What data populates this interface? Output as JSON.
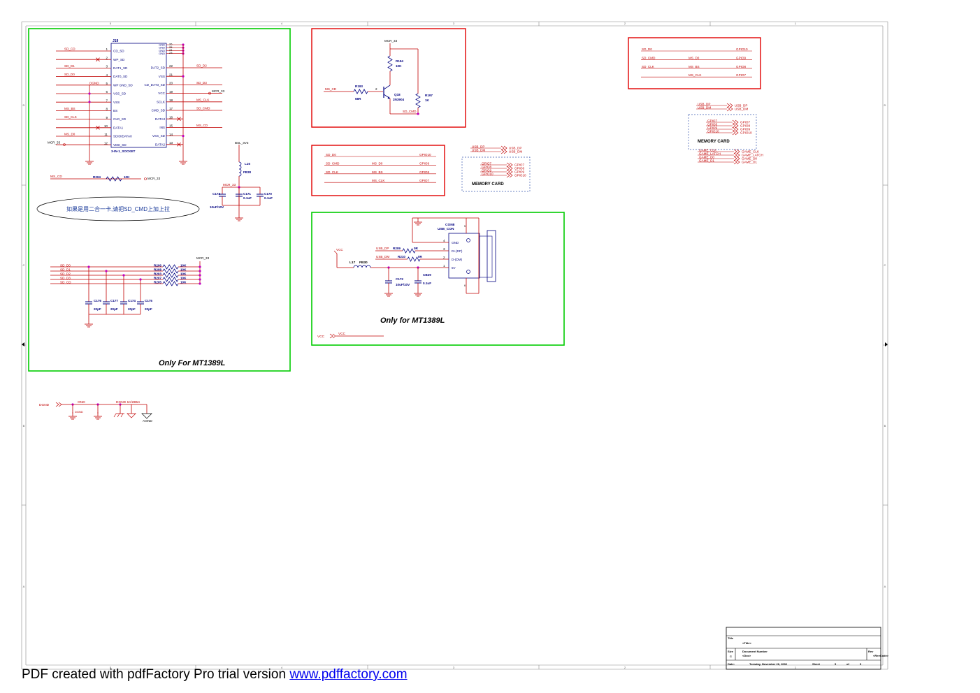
{
  "colors": {
    "wire": "#c00000",
    "part": "#000080",
    "pin": "#8b0000",
    "net": "#c00000",
    "green_box": "#00cc00",
    "red_box": "#e00000",
    "junction": "#c000c0",
    "label_blue": "#1a3a9a",
    "dashed": "#3a5ab0"
  },
  "border": {
    "top_nums": [
      "5",
      "4",
      "3",
      "2",
      "1"
    ],
    "side_letters": [
      "D",
      "C",
      "B",
      "A"
    ]
  },
  "socket": {
    "ref": "J19",
    "part": "3-IN-1_SOCKET",
    "left_pins": [
      {
        "num": "1",
        "name": "CD_SD",
        "net": "SD_CD"
      },
      {
        "num": "2",
        "name": "WP_SD",
        "net": ""
      },
      {
        "num": "3",
        "name": "DAT1_SD",
        "net": "SD_D1"
      },
      {
        "num": "4",
        "name": "DAT0_SD",
        "net": "SD_D0"
      },
      {
        "num": "5",
        "name": "WP GND_SD",
        "net": "DGND"
      },
      {
        "num": "6",
        "name": "VSS_SD",
        "net": ""
      },
      {
        "num": "7",
        "name": "VSS",
        "net": ""
      },
      {
        "num": "8",
        "name": "BS",
        "net": "MS_BS"
      },
      {
        "num": "9",
        "name": "CLD_SD",
        "net": "SD_CLK"
      },
      {
        "num": "10",
        "name": "DATA1",
        "net": ""
      },
      {
        "num": "11",
        "name": "SDIO/DATA0",
        "net": "MS_D0"
      },
      {
        "num": "12",
        "name": "VDD_SD",
        "net": "MCR_33"
      }
    ],
    "right_top_pins": [
      {
        "num": "26",
        "name": "GND"
      },
      {
        "num": "25",
        "name": "GND"
      },
      {
        "num": "24",
        "name": "GND"
      },
      {
        "num": "23",
        "name": "GND"
      }
    ],
    "right_pins": [
      {
        "num": "22",
        "name": "DAT2_SD",
        "net": "SD_D2"
      },
      {
        "num": "21",
        "name": "VSS",
        "net": ""
      },
      {
        "num": "20",
        "name": "CD_DAT3_SD",
        "net": "SD_D3"
      },
      {
        "num": "19",
        "name": "VCC",
        "net": "MCR_33"
      },
      {
        "num": "18",
        "name": "SCLK",
        "net": "MS_CLK"
      },
      {
        "num": "17",
        "name": "CMD_SD",
        "net": "SD_CMD"
      },
      {
        "num": "16",
        "name": "DATA3",
        "net": ""
      },
      {
        "num": "15",
        "name": "INS",
        "net": "MS_CD"
      },
      {
        "num": "14",
        "name": "VSS_SD",
        "net": ""
      },
      {
        "num": "13",
        "name": "DATA2",
        "net": ""
      }
    ]
  },
  "r204": {
    "net": "MS_CD",
    "ref": "R204",
    "val": "10K",
    "out": "MCR_33"
  },
  "power_filter": {
    "net_top": "BSL_3V3",
    "ind_ref": "L16",
    "ind_val": "FB30",
    "net": "MCR_33",
    "caps": [
      {
        "ref": "C173",
        "val": "10uF/10V"
      },
      {
        "ref": "C171",
        "val": "0.1uF"
      },
      {
        "ref": "C170",
        "val": "0.1uF"
      }
    ]
  },
  "chinese_note": "如果是用二合一卡,请把SD_CMD上加上拉",
  "pullups": {
    "net_top": "MCR_33",
    "rows": [
      {
        "net": "SD_D0",
        "ref": "R206",
        "val": "10K"
      },
      {
        "net": "SD_D1",
        "ref": "R208",
        "val": "10K"
      },
      {
        "net": "SD_D2",
        "ref": "R203",
        "val": "10K"
      },
      {
        "net": "SD_D3",
        "ref": "R207",
        "val": "10K"
      },
      {
        "net": "SD_CD",
        "ref": "R205",
        "val": "10K"
      }
    ],
    "caps": [
      {
        "ref": "C176",
        "val": "20pF"
      },
      {
        "ref": "C177",
        "val": "20pF"
      },
      {
        "ref": "C174",
        "val": "20pF"
      },
      {
        "ref": "C175",
        "val": "20pF"
      }
    ]
  },
  "green_label_1": "Only For MT1389L",
  "transistor": {
    "net_top": "MCR_33",
    "r194": "R194",
    "r194v": "10K",
    "r193": "R193",
    "r193v": "68R",
    "q": "Q18",
    "qv": "2N3904",
    "r197": "R197",
    "r197v": "1K",
    "in": "MS_CD",
    "out": "SD_CMD",
    "pin2": "2"
  },
  "gpio_map_mid": [
    {
      "left": "SD_D0",
      "mid": "",
      "right": "GPIO10"
    },
    {
      "left": "SD_CMD",
      "mid": "MS_D0",
      "right": "GPIO9"
    },
    {
      "left": "SD_CLK",
      "mid": "MS_BS",
      "right": "GPIO8"
    },
    {
      "left": "",
      "mid": "MS_CLK",
      "right": "GPIO7"
    }
  ],
  "gpio_map_right": [
    {
      "left": "SD_D0",
      "mid": "",
      "right": "GPIO10"
    },
    {
      "left": "SD_CMD",
      "mid": "MS_D0",
      "right": "GPIO9"
    },
    {
      "left": "SD_CLK",
      "mid": "MS_BS",
      "right": "GPIO8"
    },
    {
      "left": "",
      "mid": "MS_CLK",
      "right": "GPIO7"
    }
  ],
  "mem_card_mid": {
    "usb": [
      "USB_DP",
      "USB_DM"
    ],
    "gpio": [
      "GPIO7",
      "GPIO8",
      "GPIO9",
      "GPIO10"
    ],
    "title": "MEMORY CARD"
  },
  "mem_card_right": {
    "usb": [
      "USB_DP",
      "USB_DM"
    ],
    "gpio": [
      "GPIO7",
      "GPIO8",
      "GPIO9",
      "GPIO10"
    ],
    "title": "MEMORY CARD",
    "game": [
      "GAME_CLK",
      "GAME_LATCH",
      "GAME_D0",
      "GAME_D1"
    ]
  },
  "usb": {
    "con_ref": "CON8",
    "con_part": "USB_CON",
    "pins": [
      {
        "num": "4",
        "name": "GND"
      },
      {
        "num": "3",
        "name": "D+(DP)"
      },
      {
        "num": "2",
        "name": "D-(DM)"
      },
      {
        "num": "1",
        "name": "5V"
      }
    ],
    "r_dp": "R209",
    "r_dpv": "0R",
    "r_dm": "R210",
    "r_dmv": "0R",
    "net_dp": "USB_DP",
    "net_dm": "USB_DM",
    "vcc": "VCC",
    "ind": "L17",
    "indv": "FB30",
    "c172": "C172",
    "c172v": "10uF/10V",
    "cb29": "CB29",
    "cb29v": "0.1uF",
    "pin_top": "5",
    "pin_bot": "6"
  },
  "green_label_2": "Only for MT1389L",
  "vcc_port": {
    "left": "VCC",
    "right": "VCC"
  },
  "grounds": {
    "dgnd": "DGND",
    "gnd": "GND",
    "dgnd2": "DGND",
    "dgnd_1k": "DGND 1K/2B54",
    "agnd": "AGND"
  },
  "title_block": {
    "title_label": "Title",
    "title_value": "<Title>",
    "size_label": "Size",
    "size_value": "C",
    "docnum_label": "Document Number",
    "docnum_value": "<Doc>",
    "rev_label": "Rev",
    "rev_value": "<RevCode>",
    "date_label": "Date:",
    "date_value": "Tuesday, November 26, 2002",
    "sheet_label": "Sheet",
    "sheet_num": "9",
    "of_label": "of",
    "sheet_total": "9"
  },
  "footer": {
    "prefix": "PDF created with pdfFactory Pro trial version ",
    "link": "www.pdffactory.com"
  }
}
